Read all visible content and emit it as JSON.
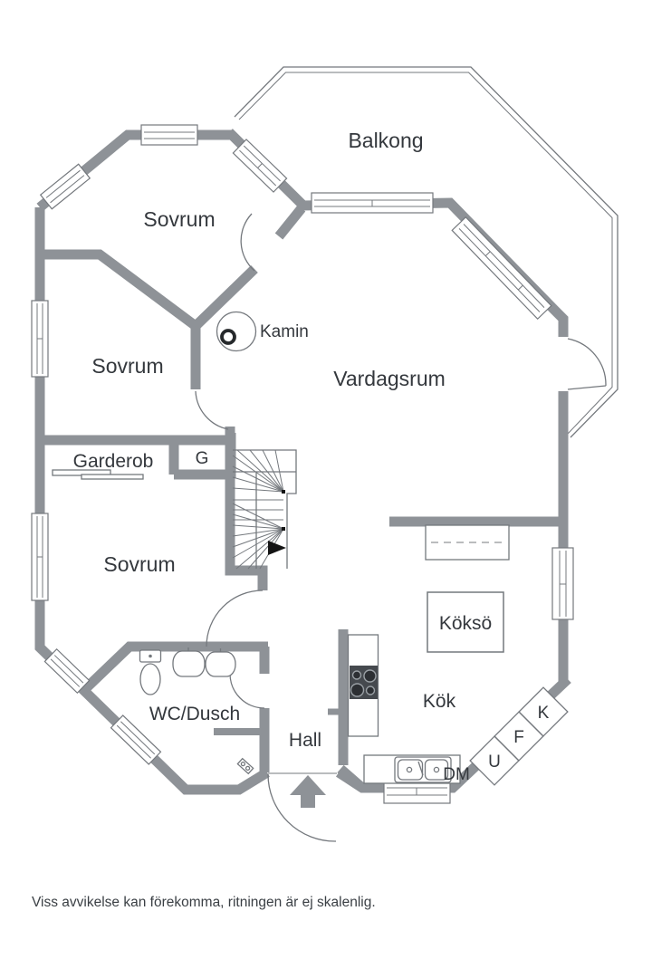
{
  "colors": {
    "wall": "#8e9297",
    "line": "#74787d",
    "text": "#34383d",
    "dark_appliance": "#45494e",
    "stair_arrow": "#141414",
    "background": "#ffffff"
  },
  "disclaimer": "Viss avvikelse kan förekomma, ritningen är ej skalenlig.",
  "rooms": [
    {
      "id": "balkong",
      "label": "Balkong"
    },
    {
      "id": "sovrum-top",
      "label": "Sovrum"
    },
    {
      "id": "sovrum-mid",
      "label": "Sovrum"
    },
    {
      "id": "sovrum-bottom",
      "label": "Sovrum"
    },
    {
      "id": "vardagsrum",
      "label": "Vardagsrum"
    },
    {
      "id": "garderob",
      "label": "Garderob"
    },
    {
      "id": "wc-dusch",
      "label": "WC/Dusch"
    },
    {
      "id": "hall",
      "label": "Hall"
    },
    {
      "id": "kok",
      "label": "Kök"
    },
    {
      "id": "kokso",
      "label": "Köksö"
    }
  ],
  "fixtures": {
    "kamin": "Kamin",
    "g_closet": "G",
    "dm": "DM",
    "u_cabinet": "U",
    "f_cabinet": "F",
    "k_cabinet": "K"
  }
}
